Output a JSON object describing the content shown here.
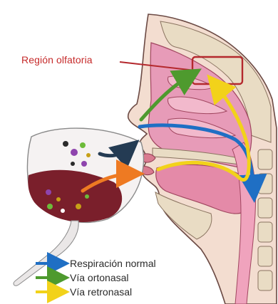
{
  "diagram": {
    "olfactory_label": "Región olfatoria",
    "legend": [
      {
        "label": "Respiración normal",
        "color": "#1f6fc4"
      },
      {
        "label": "Vía ortonasal",
        "color": "#4e9a2e"
      },
      {
        "label": "Vía retronasal",
        "color": "#f2d21a"
      }
    ],
    "colors": {
      "region_box": "#b4282d",
      "pointer_line": "#b4282d",
      "dark_arrow": "#243b53",
      "orange_arrow": "#ee7a22",
      "wine": "#7a1f2b",
      "tissue_pink": "#e79bb8",
      "bone_beige": "#e9dcc4"
    },
    "icons": [
      "wine-glass-icon",
      "head-cross-section-icon",
      "aroma-molecules-icon"
    ]
  }
}
